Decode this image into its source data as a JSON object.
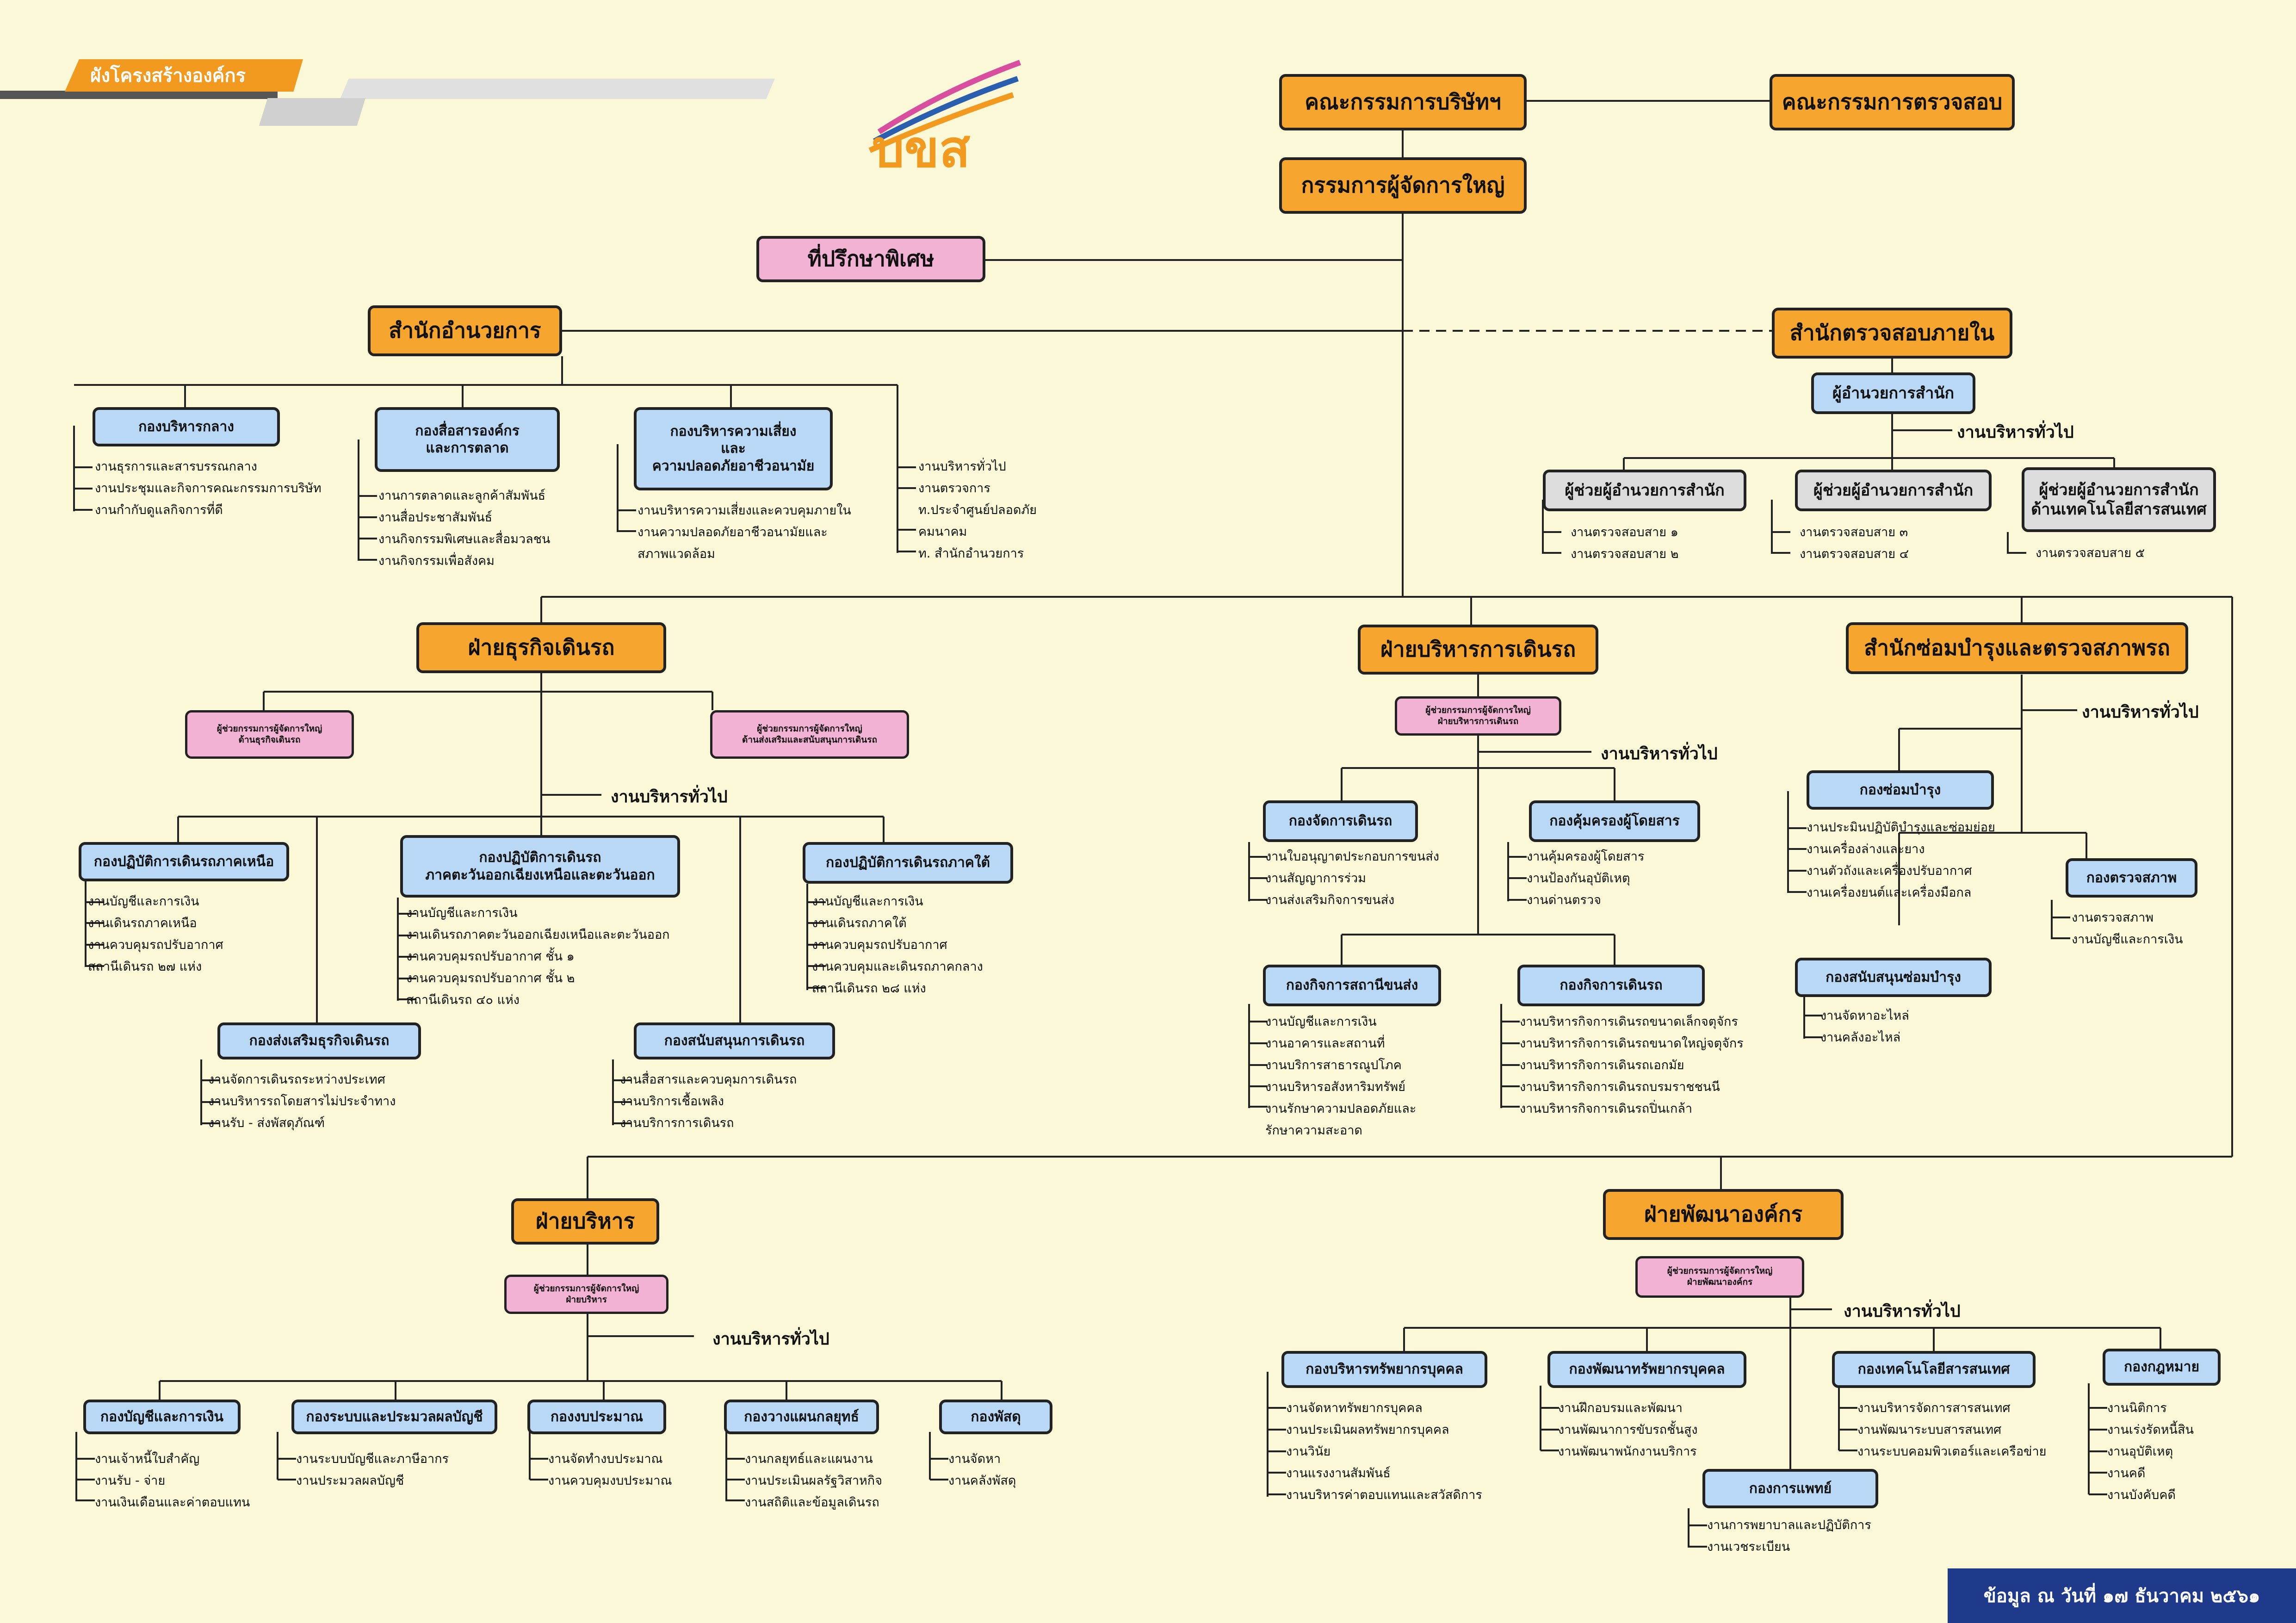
{
  "header": {
    "title": "ผังโครงสร้างองค์กร",
    "logo_text": "บขส"
  },
  "footer": {
    "date": "ข้อมูล ณ วันที่ ๑๗ ธันวาคม ๒๕๖๑"
  },
  "top": {
    "board": "คณะกรรมการบริษัทฯ",
    "audit_committee": "คณะกรรมการตรวจสอบ",
    "president": "กรรมการผู้จัดการใหญ่",
    "advisor": "ที่ปรึกษาพิเศษ",
    "admin_office": "สำนักอำนวยการ",
    "internal_audit": "สำนักตรวจสอบภายใน"
  },
  "admin_office": {
    "div1": {
      "name": "กองบริหารกลาง",
      "items": [
        "งานธุรการและสารบรรณกลาง",
        "งานประชุมและกิจการคณะกรรมการบริษัท",
        "งานกำกับดูแลกิจการที่ดี"
      ]
    },
    "div2": {
      "name": "กองสื่อสารองค์กร\nและการตลาด",
      "items": [
        "งานการตลาดและลูกค้าสัมพันธ์",
        "งานสื่อประชาสัมพันธ์",
        "งานกิจกรรมพิเศษและสื่อมวลชน",
        "งานกิจกรรมเพื่อสังคม"
      ]
    },
    "div3": {
      "name": "กองบริหารความเสี่ยง\nและ\nความปลอดภัยอาชีวอนามัย",
      "items": [
        "งานบริหารความเสี่ยงและควบคุมภายใน",
        "งานความปลอดภัยอาชีวอนามัยและ",
        "สภาพแวดล้อม"
      ]
    },
    "general": [
      "งานบริหารทั่วไป",
      "งานตรวจการ",
      "ท.ประจำศูนย์ปลอดภัย",
      "คมนาคม",
      "ท. สำนักอำนวยการ"
    ]
  },
  "internal_audit": {
    "director": "ผู้อำนวยการสำนัก",
    "general": "งานบริหารทั่วไป",
    "asst1": {
      "name": "ผู้ช่วยผู้อำนวยการสำนัก",
      "items": [
        "งานตรวจสอบสาย ๑",
        "งานตรวจสอบสาย ๒"
      ]
    },
    "asst2": {
      "name": "ผู้ช่วยผู้อำนวยการสำนัก",
      "items": [
        "งานตรวจสอบสาย ๓",
        "งานตรวจสอบสาย ๔"
      ]
    },
    "asst3": {
      "name": "ผู้ช่วยผู้อำนวยการสำนัก\nด้านเทคโนโลยีสารสนเทศ",
      "items": [
        "งานตรวจสอบสาย ๕"
      ]
    }
  },
  "bus_business": {
    "name": "ฝ่ายธุรกิจเดินรถ",
    "asst1": "ผู้ช่วยกรรมการผู้จัดการใหญ่\nด้านธุรกิจเดินรถ",
    "asst2": "ผู้ช่วยกรรมการผู้จัดการใหญ่\nด้านส่งเสริมและสนับสนุนการเดินรถ",
    "general": "งานบริหารทั่วไป",
    "north": {
      "name": "กองปฏิบัติการเดินรถภาคเหนือ",
      "items": [
        "งานบัญชีและการเงิน",
        "งานเดินรถภาคเหนือ",
        "งานควบคุมรถปรับอากาศ",
        "สถานีเดินรถ ๒๗ แห่ง"
      ]
    },
    "northeast": {
      "name": "กองปฏิบัติการเดินรถ\nภาคตะวันออกเฉียงเหนือและตะวันออก",
      "items": [
        "งานบัญชีและการเงิน",
        "งานเดินรถภาคตะวันออกเฉียงเหนือและตะวันออก",
        "งานควบคุมรถปรับอากาศ ชั้น ๑",
        "งานควบคุมรถปรับอากาศ ชั้น ๒",
        "สถานีเดินรถ ๔๐ แห่ง"
      ]
    },
    "south": {
      "name": "กองปฏิบัติการเดินรถภาคใต้",
      "items": [
        "งานบัญชีและการเงิน",
        "งานเดินรถภาคใต้",
        "งานควบคุมรถปรับอากาศ",
        "งานควบคุมและเดินรถภาคกลาง",
        "สถานีเดินรถ ๒๘ แห่ง"
      ]
    },
    "promote": {
      "name": "กองส่งเสริมธุรกิจเดินรถ",
      "items": [
        "งานจัดการเดินรถระหว่างประเทศ",
        "งานบริหารรถโดยสารไม่ประจำทาง",
        "งานรับ - ส่งพัสดุภัณฑ์"
      ]
    },
    "support": {
      "name": "กองสนับสนุนการเดินรถ",
      "items": [
        "งานสื่อสารและควบคุมการเดินรถ",
        "งานบริการเชื้อเพลิง",
        "งานบริการการเดินรถ"
      ]
    }
  },
  "bus_operation": {
    "name": "ฝ่ายบริหารการเดินรถ",
    "asst": "ผู้ช่วยกรรมการผู้จัดการใหญ่\nฝ่ายบริหารการเดินรถ",
    "general": "งานบริหารทั่วไป",
    "mgmt": {
      "name": "กองจัดการเดินรถ",
      "items": [
        "งานใบอนุญาตประกอบการขนส่ง",
        "งานสัญญาการร่วม",
        "งานส่งเสริมกิจการขนส่ง"
      ]
    },
    "passenger": {
      "name": "กองคุ้มครองผู้โดยสาร",
      "items": [
        "งานคุ้มครองผู้โดยสาร",
        "งานป้องกันอุบัติเหตุ",
        "งานด่านตรวจ"
      ]
    },
    "station": {
      "name": "กองกิจการสถานีขนส่ง",
      "items": [
        "งานบัญชีและการเงิน",
        "งานอาคารและสถานที่",
        "งานบริการสาธารณูปโภค",
        "งานบริหารอสังหาริมทรัพย์",
        "งานรักษาความปลอดภัยและ",
        "รักษาความสะอาด"
      ]
    },
    "bus_affairs": {
      "name": "กองกิจการเดินรถ",
      "items": [
        "งานบริหารกิจการเดินรถขนาดเล็กจตุจักร",
        "งานบริหารกิจการเดินรถขนาดใหญ่จตุจักร",
        "งานบริหารกิจการเดินรถเอกมัย",
        "งานบริหารกิจการเดินรถบรมราชชนนี",
        "งานบริหารกิจการเดินรถปิ่นเกล้า"
      ]
    }
  },
  "maintenance": {
    "name": "สำนักซ่อมบำรุงและตรวจสภาพรถ",
    "general": "งานบริหารทั่วไป",
    "repair": {
      "name": "กองซ่อมบำรุง",
      "items": [
        "งานประมินปฏิบัติบำรุงและซ่อมย่อย",
        "งานเครื่องล่างและยาง",
        "งานตัวถังและเครื่องปรับอากาศ",
        "งานเครื่องยนต์และเครื่องมือกล"
      ]
    },
    "inspect": {
      "name": "กองตรวจสภาพ",
      "items": [
        "งานตรวจสภาพ",
        "งานบัญชีและการเงิน"
      ]
    },
    "support": {
      "name": "กองสนับสนุนซ่อมบำรุง",
      "items": [
        "งานจัดหาอะไหล่",
        "งานคลังอะไหล่"
      ]
    }
  },
  "administration": {
    "name": "ฝ่ายบริหาร",
    "asst": "ผู้ช่วยกรรมการผู้จัดการใหญ่\nฝ่ายบริหาร",
    "general": "งานบริหารทั่วไป",
    "finance": {
      "name": "กองบัญชีและการเงิน",
      "items": [
        "งานเจ้าหนี้ใบสำคัญ",
        "งานรับ - จ่าย",
        "งานเงินเดือนและค่าตอบแทน"
      ]
    },
    "accounting": {
      "name": "กองระบบและประมวลผลบัญชี",
      "items": [
        "งานระบบบัญชีและภาษีอากร",
        "งานประมวลผลบัญชี"
      ]
    },
    "budget": {
      "name": "กองงบประมาณ",
      "items": [
        "งานจัดทำงบประมาณ",
        "งานควบคุมงบประมาณ"
      ]
    },
    "strategy": {
      "name": "กองวางแผนกลยุทธ์",
      "items": [
        "งานกลยุทธ์และแผนงาน",
        "งานประเมินผลรัฐวิสาหกิจ",
        "งานสถิติและข้อมูลเดินรถ"
      ]
    },
    "supplies": {
      "name": "กองพัสดุ",
      "items": [
        "งานจัดหา",
        "งานคลังพัสดุ"
      ]
    }
  },
  "org_dev": {
    "name": "ฝ่ายพัฒนาองค์กร",
    "asst": "ผู้ช่วยกรรมการผู้จัดการใหญ่\nฝ่ายพัฒนาองค์กร",
    "general": "งานบริหารทั่วไป",
    "hr_admin": {
      "name": "กองบริหารทรัพยากรบุคคล",
      "items": [
        "งานจัดหาทรัพยากรบุคคล",
        "งานประเมินผลทรัพยากรบุคคล",
        "งานวินัย",
        "งานแรงงานสัมพันธ์",
        "งานบริหารค่าตอบแทนและสวัสดิการ"
      ]
    },
    "hr_dev": {
      "name": "กองพัฒนาทรัพยากรบุคคล",
      "items": [
        "งานฝึกอบรมและพัฒนา",
        "งานพัฒนาการขับรถชั้นสูง",
        "งานพัฒนาพนักงานบริการ"
      ]
    },
    "it": {
      "name": "กองเทคโนโลยีสารสนเทศ",
      "items": [
        "งานบริหารจัดการสารสนเทศ",
        "งานพัฒนาระบบสารสนเทศ",
        "งานระบบคอมพิวเตอร์และเครือข่าย"
      ]
    },
    "legal": {
      "name": "กองกฎหมาย",
      "items": [
        "งานนิติการ",
        "งานเร่งรัดหนี้สิน",
        "งานอุบัติเหตุ",
        "งานคดี",
        "งานบังคับคดี"
      ]
    },
    "medical": {
      "name": "กองการแพทย์",
      "items": [
        "งานการพยาบาลและปฏิบัติการ",
        "งานเวชระเบียน"
      ]
    }
  }
}
